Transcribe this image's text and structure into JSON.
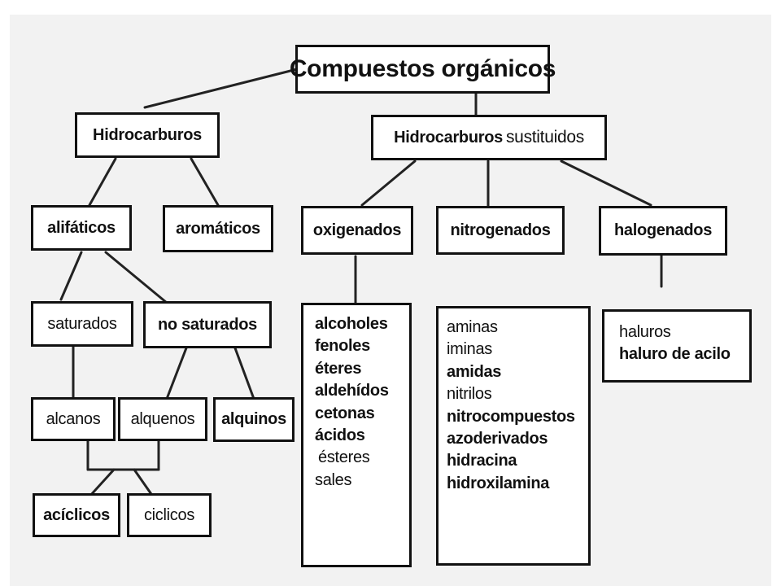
{
  "root": "Compuestos orgánicos",
  "hidrocarburos": "Hidrocarburos",
  "sustituidos": {
    "bold": "Hidrocarburos",
    "plain": "sustituidos"
  },
  "alifaticos": "alifáticos",
  "aromaticos": "aromáticos",
  "saturados": "saturados",
  "no_saturados": "no saturados",
  "alcanos": "alcanos",
  "alquenos": "alquenos",
  "alquinos": "alquinos",
  "aciclicos": "acíclicos",
  "ciclicos": "ciclicos",
  "oxigenados": {
    "label": "oxigenados",
    "items": [
      "alcoholes",
      "fenoles",
      "éteres",
      "aldehídos",
      "cetonas",
      "ácidos",
      "ésteres",
      "sales"
    ]
  },
  "nitrogenados": {
    "label": "nitrogenados",
    "items": [
      "aminas",
      "iminas",
      "amidas",
      "nitrilos",
      "nitrocompuestos",
      "azoderivados",
      "hidracina",
      "hidroxilamina"
    ]
  },
  "halogenados": {
    "label": "halogenados",
    "items": [
      "haluros",
      "haluro de acilo"
    ]
  }
}
